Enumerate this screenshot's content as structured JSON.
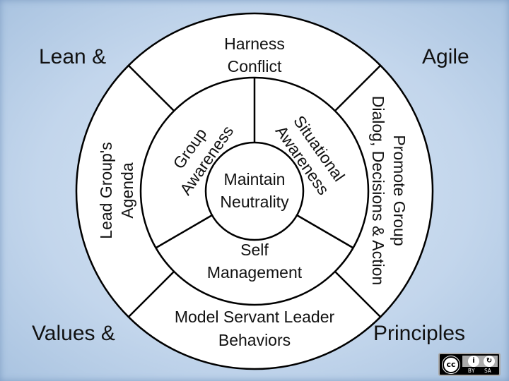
{
  "corners": {
    "top_left": "Lean &",
    "top_right": "Agile",
    "bottom_left": "Values &",
    "bottom_right": "Principles"
  },
  "outer_ring": {
    "top": [
      "Harness",
      "Conflict"
    ],
    "left": [
      "Lead Group's",
      "Agenda"
    ],
    "right": [
      "Promote Group",
      "Dialog, Decisions & Action"
    ],
    "bottom": [
      "Model Servant Leader",
      "Behaviors"
    ]
  },
  "middle_ring": {
    "left": [
      "Group",
      "Awareness"
    ],
    "right": [
      "Situational",
      "Awareness"
    ],
    "bottom": [
      "Self",
      "Management"
    ]
  },
  "center": [
    "Maintain",
    "Neutrality"
  ],
  "license": {
    "logo": "cc",
    "by_icon": "i",
    "sa_icon": "↻",
    "by": "BY",
    "sa": "SA"
  }
}
